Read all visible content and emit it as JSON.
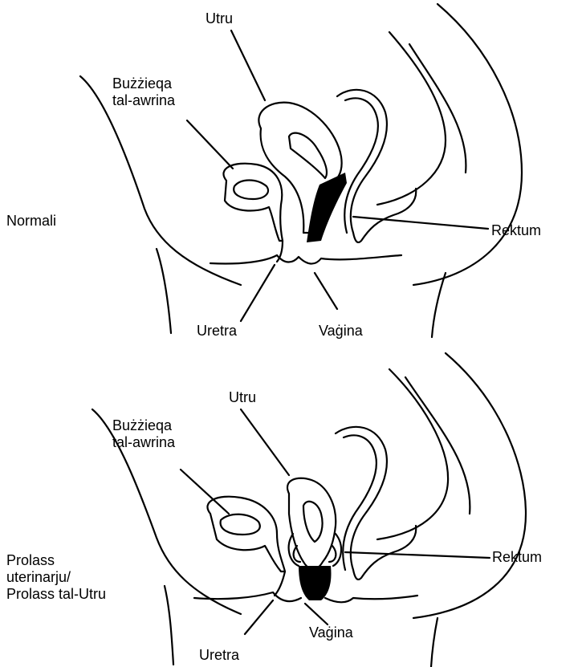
{
  "panels": [
    {
      "id": "normal",
      "condition": "Normali",
      "labels": {
        "uterus": "Utru",
        "bladder": [
          "Bużżieqa",
          "tal-awrina"
        ],
        "rectum": "Rektum",
        "urethra": "Uretra",
        "vagina": "Vaġina"
      }
    },
    {
      "id": "prolapse",
      "condition": [
        "Prolass",
        "uterinarju/",
        "Prolass tal-Utru"
      ],
      "labels": {
        "uterus": "Utru",
        "bladder": [
          "Bużżieqa",
          "tal-awrina"
        ],
        "rectum": "Rektum",
        "urethra": "Uretra",
        "vagina": "Vaġina"
      }
    }
  ],
  "colors": {
    "ink": "#000000",
    "background": "#ffffff"
  }
}
